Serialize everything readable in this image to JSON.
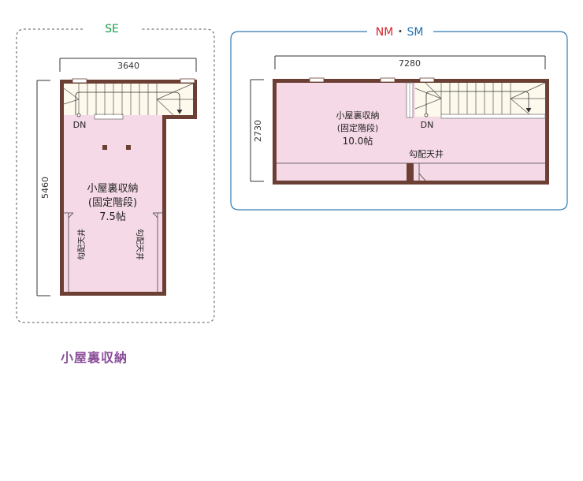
{
  "se": {
    "title": "SE",
    "dim_top": "3640",
    "dim_left": "5460",
    "dn": "DN",
    "room_line1": "小屋裏収納",
    "room_line2": "(固定階段)",
    "room_line3": "7.5帖",
    "slope_left": "勾配天井",
    "slope_right": "勾配天井"
  },
  "nm_sm": {
    "title_nm": "NM",
    "title_sep": "・",
    "title_sm": "SM",
    "dim_top": "7280",
    "dim_left": "2730",
    "dn": "DN",
    "room_line1": "小屋裏収納",
    "room_line2": "(固定階段)",
    "room_line3": "10.0帖",
    "slope": "勾配天井"
  },
  "caption": "小屋裏収納",
  "colors": {
    "wall": "#6b3f33",
    "floor": "#f6d9e6",
    "stair": "#fdf9ec",
    "se_title": "#1a9c4a",
    "nm_title": "#d4262f",
    "sm_title": "#1f6fb0",
    "nm_frame": "#2d7bb6",
    "caption": "#8a4e9a"
  }
}
